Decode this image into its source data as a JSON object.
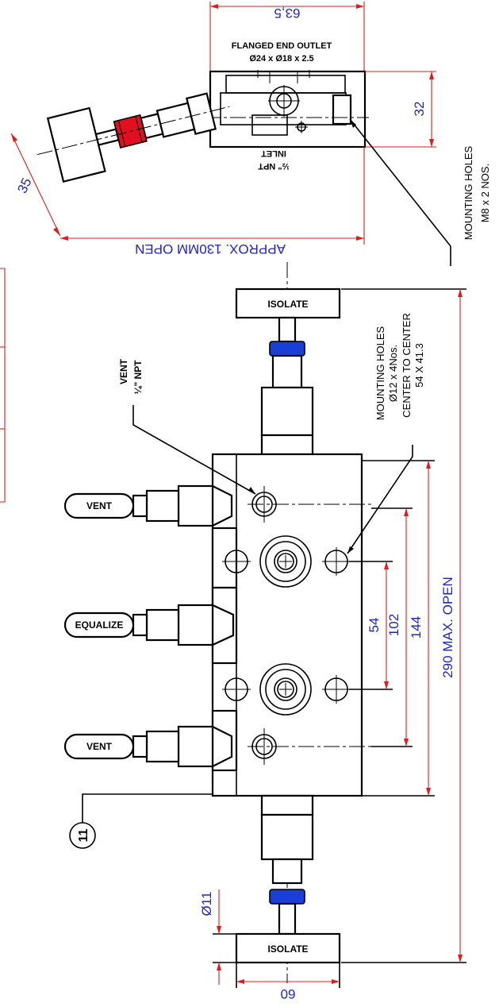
{
  "top_view": {
    "width_dim": "63,5",
    "outlet_title": "FLANGED END OUTLET",
    "outlet_size": "Ø24 x Ø18 x 2.5",
    "height_dim": "32",
    "handle_dim": "35",
    "inlet_label": "INLET",
    "inlet_size": "½\" NPT",
    "open_dim": "APPROX. 130MM OPEN",
    "mounting_title": "MOUNTING HOLES",
    "mounting_size": "M8 x 2 NOS."
  },
  "front_view": {
    "isolate_top": "ISOLATE",
    "isolate_bottom": "ISOLATE",
    "vent_top": "VENT",
    "equalize": "EQUALIZE",
    "vent_bottom": "VENT",
    "vent_port_title": "VENT",
    "vent_port_size": "¼\" NPT",
    "mounting_title": "MOUNTING HOLES",
    "mounting_size": "Ø12 x 4Nos.",
    "center_title": "CENTER TO CENTER",
    "center_value": "54 X 41.3",
    "dim_54": "54",
    "dim_102": "102",
    "dim_144": "144",
    "dim_290": "290 MAX. OPEN",
    "dim_11": "Ø11",
    "dim_60": "60",
    "balloon": "11"
  },
  "colors": {
    "dimension_line": "#e11c1c",
    "dimension_text": "#1f24c8",
    "vent_cap": "#1a3fd6",
    "inlet_cap": "#e01020"
  }
}
